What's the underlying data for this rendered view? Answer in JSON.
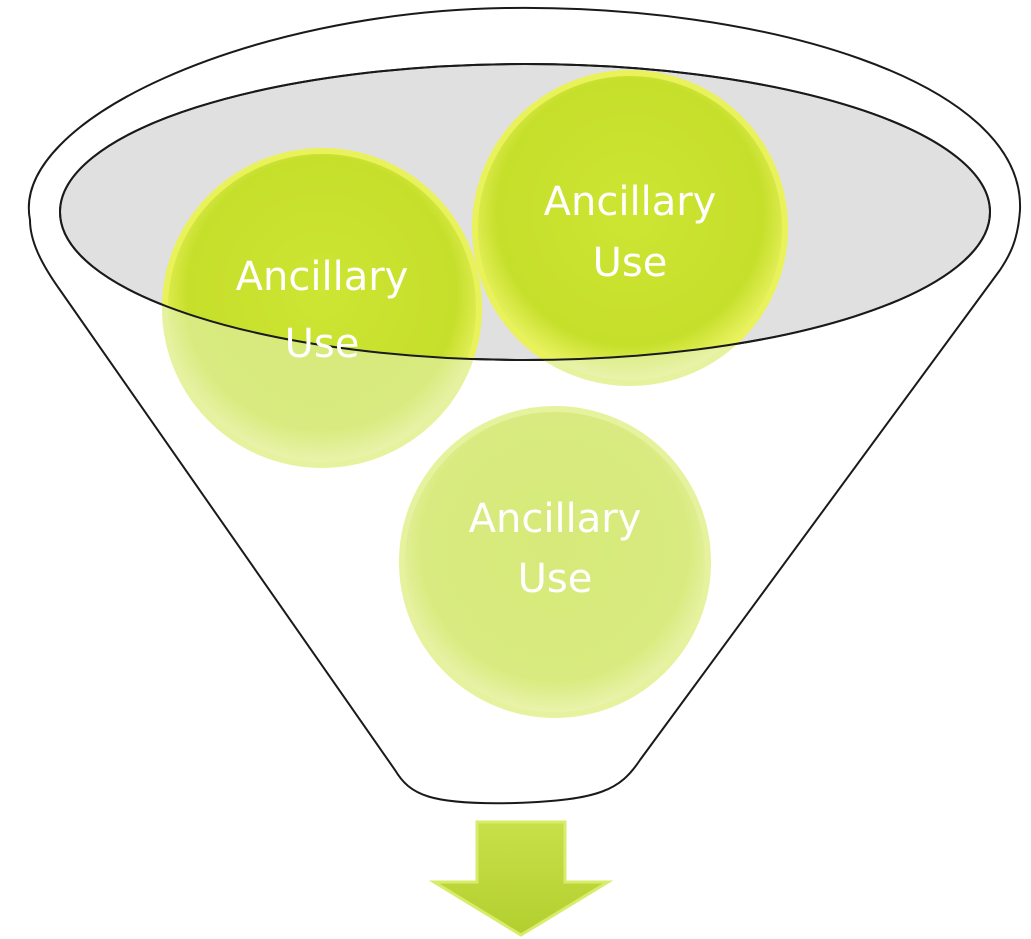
{
  "funnel": {
    "items": [
      {
        "line1": "Ancillary",
        "line2": "Use"
      },
      {
        "line1": "Ancillary",
        "line2": "Use"
      },
      {
        "line1": "Ancillary",
        "line2": "Use"
      }
    ]
  },
  "colors": {
    "circle_strong": "#c6df2b",
    "circle_rim": "#e9f25a",
    "circle_light": "#d8ea7c",
    "circle_light_rim": "#e6f29e",
    "funnel_outline": "#1a1a1a",
    "funnel_opening": "#e0e0e0",
    "arrow_fill": "#bcd63a",
    "arrow_outline": "#d9ec6a",
    "label": "#ffffff"
  }
}
